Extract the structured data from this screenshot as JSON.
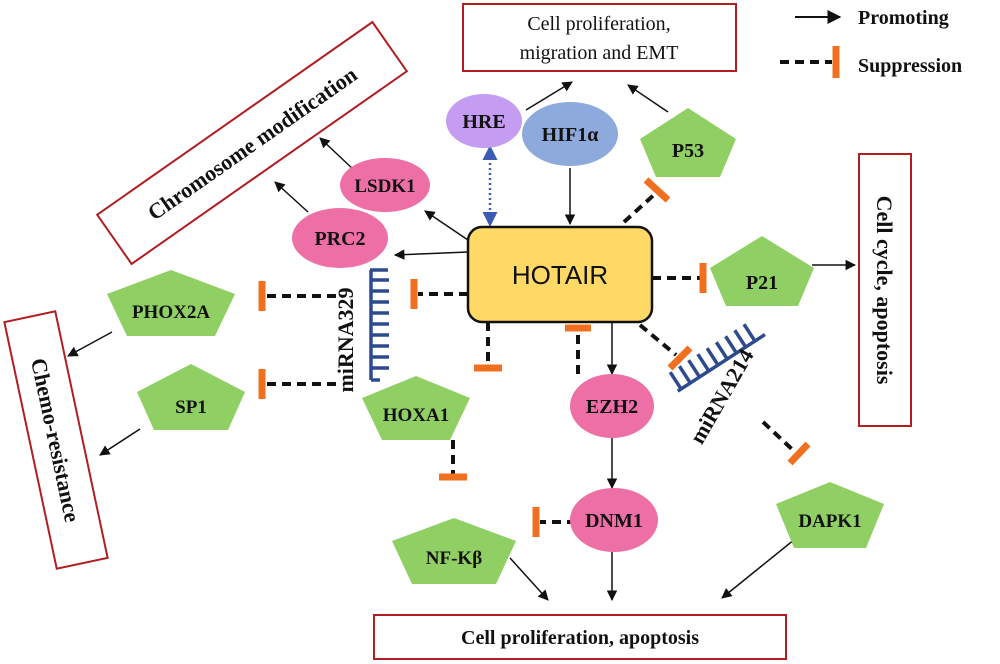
{
  "legend": {
    "promoting": "Promoting",
    "suppression": "Suppression"
  },
  "boxes": {
    "top_outcome_line1": "Cell proliferation,",
    "top_outcome_line2": "migration and EMT",
    "chromosome": "Chromosome  modification",
    "chemo": "Chemo-resistance",
    "cellcycle": "Cell cycle, apoptosis",
    "bottom_outcome": "Cell proliferation, apoptosis"
  },
  "center": "HOTAIR",
  "nodes": {
    "hre": "HRE",
    "hif1a": "HIF1α",
    "p53": "P53",
    "lsdk1": "LSDK1",
    "prc2": "PRC2",
    "phox2a": "PHOX2A",
    "sp1": "SP1",
    "hoxa1": "HOXA1",
    "p21": "P21",
    "ezh2": "EZH2",
    "dnm1": "DNM1",
    "nfkb": "NF-Kβ",
    "dapk1": "DAPK1"
  },
  "mirnas": {
    "mir329": "miRNA329",
    "mir214": "miRNA214"
  },
  "colors": {
    "box_border": "#b01e23",
    "center_fill": "#ffd966",
    "pink": "#ee6fa6",
    "green": "#8fcf63",
    "purple": "#c49cf2",
    "blue_ellipse": "#8ea9db",
    "mirna_comb": "#2e4a8f",
    "inhibit_bar": "#f07020",
    "dotted_arrow": "#3b5bb5"
  }
}
